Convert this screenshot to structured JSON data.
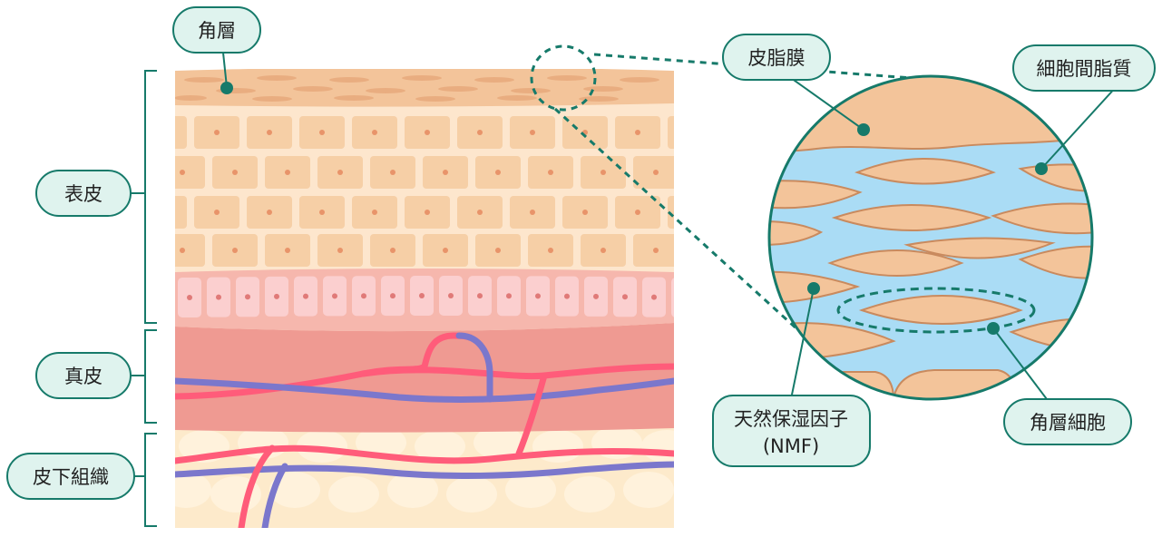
{
  "labels": {
    "stratum_corneum": "角層",
    "epidermis": "表皮",
    "dermis": "真皮",
    "subcutis": "皮下組織",
    "sebum_membrane": "皮脂膜",
    "intercellular_lipids": "細胞間脂質",
    "corneocytes": "角層細胞",
    "nmf_line1": "天然保湿因子",
    "nmf_line2": "(NMF)"
  },
  "colors": {
    "label_fill": "#dff3ee",
    "label_border": "#167a6a",
    "leader_line": "#167a6a",
    "stratum_corneum": "#f3c49a",
    "corneocyte": "#f3c49a",
    "epidermis_bg": "#fde6cd",
    "epidermis_cell": "#f6cfa6",
    "basal_cell": "#fbcfcf",
    "dermis": "#ef9a92",
    "subcutis": "#fdeacb",
    "lipid_blue": "#aadcf5",
    "artery": "#ff5c7a",
    "vein": "#7b77cc"
  }
}
